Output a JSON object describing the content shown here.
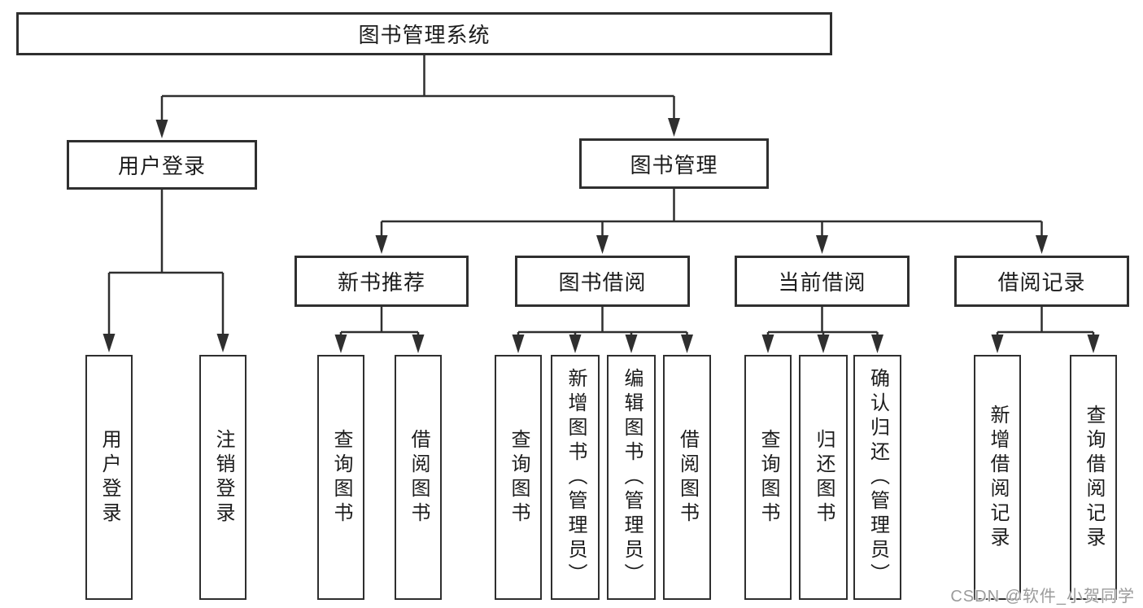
{
  "page": {
    "background": "#ffffff"
  },
  "colors": {
    "line": "#2f2f2f",
    "box_border": "#2f2f2f",
    "text": "#1c1c1c",
    "watermark": "#9b9b9b"
  },
  "watermark": "CSDN @软件_小贺同学",
  "nodes": {
    "root": "图书管理系统",
    "user_login": "用户登录",
    "book_management": "图书管理",
    "new_book_recommend": "新书推荐",
    "book_borrow": "图书借阅",
    "current_borrow": "当前借阅",
    "borrow_record": "借阅记录",
    "leaf_user_login": "用户登录",
    "leaf_logout": "注销登录",
    "leaf_query_book_recommend": "查询图书",
    "leaf_borrow_book_recommend": "借阅图书",
    "leaf_query_book_borrow": "查询图书",
    "leaf_add_book_admin": "新增图书（管理员）",
    "leaf_edit_book_admin": "编辑图书（管理员）",
    "leaf_borrow_book_borrow": "借阅图书",
    "leaf_query_book_current": "查询图书",
    "leaf_return_book": "归还图书",
    "leaf_confirm_return_admin": "确认归还（管理员）",
    "leaf_add_borrow_record": "新增借阅记录",
    "leaf_query_borrow_record": "查询借阅记录"
  }
}
